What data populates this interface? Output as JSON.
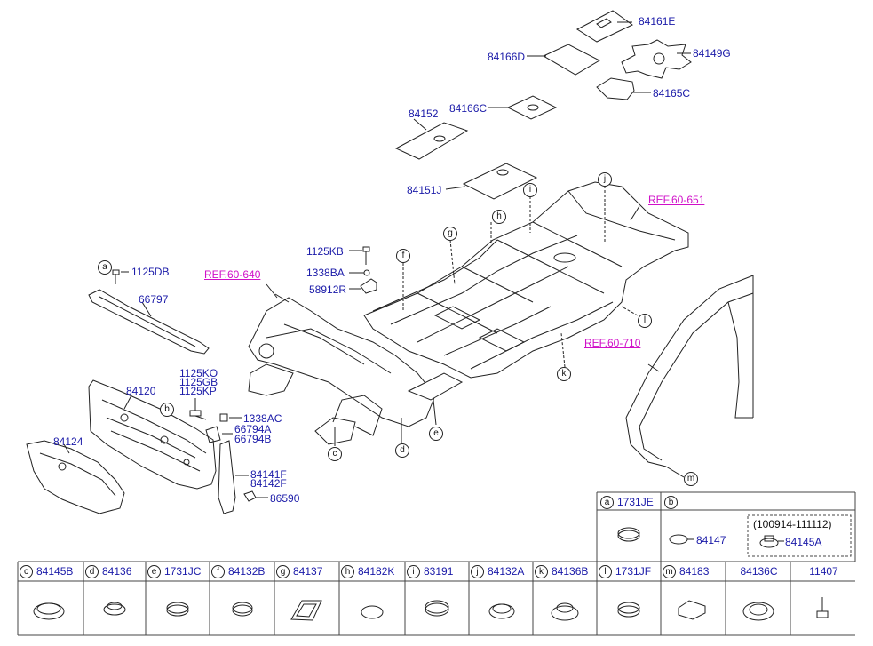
{
  "parts": {
    "p84161E": "84161E",
    "p84149G": "84149G",
    "p84166D": "84166D",
    "p84165C": "84165C",
    "p84166C": "84166C",
    "p84152": "84152",
    "p84151J": "84151J",
    "p1125KB": "1125KB",
    "p1338BA": "1338BA",
    "p58912R": "58912R",
    "p1125DB": "1125DB",
    "p66797": "66797",
    "p84120": "84120",
    "p84124": "84124",
    "p1125KO": "1125KO",
    "p1125GB": "1125GB",
    "p1125KP": "1125KP",
    "p1338AC": "1338AC",
    "p66794A": "66794A",
    "p66794B": "66794B",
    "p84141F": "84141F",
    "p84142F": "84142F",
    "p86590": "86590"
  },
  "refs": {
    "r651": "REF.60-651",
    "r640": "REF.60-640",
    "r710": "REF.60-710"
  },
  "callouts": {
    "a": "a",
    "b": "b",
    "c": "c",
    "d": "d",
    "e": "e",
    "f": "f",
    "g": "g",
    "h": "h",
    "i": "i",
    "j": "j",
    "k": "k",
    "l": "l",
    "m": "m"
  },
  "legend_top": {
    "a_code": "1731JE",
    "b_note": "(100914-111112)",
    "b_part1": "84147",
    "b_part2": "84145A"
  },
  "legend_bottom": [
    {
      "letter": "c",
      "code": "84145B"
    },
    {
      "letter": "d",
      "code": "84136"
    },
    {
      "letter": "e",
      "code": "1731JC"
    },
    {
      "letter": "f",
      "code": "84132B"
    },
    {
      "letter": "g",
      "code": "84137"
    },
    {
      "letter": "h",
      "code": "84182K"
    },
    {
      "letter": "i",
      "code": "83191"
    },
    {
      "letter": "j",
      "code": "84132A"
    },
    {
      "letter": "k",
      "code": "84136B"
    },
    {
      "letter": "l",
      "code": "1731JF"
    },
    {
      "letter": "m",
      "code": "84183"
    },
    {
      "letter": "",
      "code": "84136C"
    },
    {
      "letter": "",
      "code": "11407"
    }
  ],
  "colors": {
    "part_label": "#1a1aa8",
    "ref_label": "#d010c8",
    "line": "#222222"
  }
}
